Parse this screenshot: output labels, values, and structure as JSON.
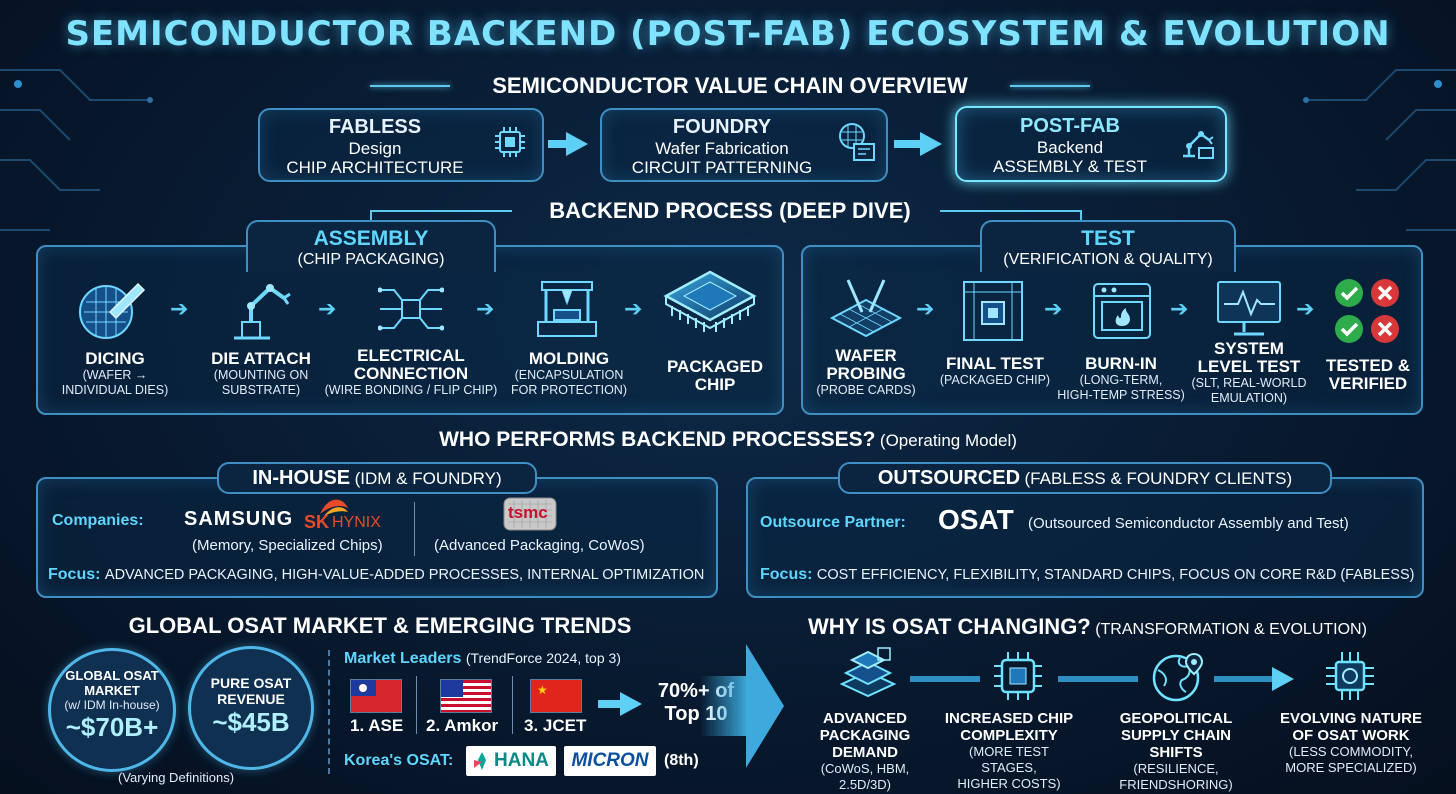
{
  "title": "SEMICONDUCTOR BACKEND (POST-FAB) ECOSYSTEM & EVOLUTION",
  "value_chain": {
    "heading": "SEMICONDUCTOR VALUE CHAIN OVERVIEW",
    "stages": [
      {
        "title": "FABLESS",
        "line1": "Design",
        "line2": "CHIP ARCHITECTURE",
        "icon": "chip-icon"
      },
      {
        "title": "FOUNDRY",
        "line1": "Wafer Fabrication",
        "line2": "CIRCUIT PATTERNING",
        "icon": "wafer-icon"
      },
      {
        "title": "POST-FAB",
        "line1": "Backend",
        "line2": "ASSEMBLY & TEST",
        "icon": "robot-arm-icon"
      }
    ]
  },
  "backend": {
    "heading": "BACKEND PROCESS (DEEP DIVE)",
    "assembly": {
      "title": "ASSEMBLY",
      "subtitle": "(CHIP PACKAGING)",
      "steps": [
        {
          "name": "DICING",
          "desc1": "(WAFER →",
          "desc2": "INDIVIDUAL DIES)",
          "icon": "saw-wafer-icon"
        },
        {
          "name": "DIE ATTACH",
          "desc1": "(MOUNTING ON",
          "desc2": "SUBSTRATE)",
          "icon": "robot-arm-icon"
        },
        {
          "name1": "ELECTRICAL",
          "name2": "CONNECTION",
          "desc1": "(WIRE BONDING / FLIP CHIP)",
          "icon": "wire-bond-icon"
        },
        {
          "name": "MOLDING",
          "desc1": "(ENCAPSULATION",
          "desc2": "FOR PROTECTION)",
          "icon": "mold-press-icon"
        },
        {
          "name1": "PACKAGED",
          "name2": "CHIP",
          "icon": "packaged-chip-icon"
        }
      ]
    },
    "test": {
      "title": "TEST",
      "subtitle": "(VERIFICATION & QUALITY)",
      "steps": [
        {
          "name1": "WAFER",
          "name2": "PROBING",
          "desc1": "(PROBE CARDS)",
          "icon": "probe-icon"
        },
        {
          "name": "FINAL TEST",
          "desc1": "(PACKAGED CHIP)",
          "icon": "test-socket-icon"
        },
        {
          "name": "BURN-IN",
          "desc1": "(LONG-TERM,",
          "desc2": "HIGH-TEMP STRESS)",
          "icon": "oven-icon"
        },
        {
          "name1": "SYSTEM",
          "name2": "LEVEL TEST",
          "desc1": "(SLT, REAL-WORLD",
          "desc2": "EMULATION)",
          "icon": "monitor-icon"
        },
        {
          "name1": "TESTED &",
          "name2": "VERIFIED",
          "icon": "check-cross-icon"
        }
      ]
    }
  },
  "operating": {
    "heading": "WHO PERFORMS BACKEND PROCESSES?",
    "heading_sub": "(Operating Model)",
    "inhouse": {
      "title": "IN-HOUSE",
      "title_sub": "(IDM & FOUNDRY)",
      "companies_label": "Companies:",
      "samsung": "SAMSUNG",
      "sk": "SK",
      "hynix": "HYNIX",
      "tsmc": "tsmc",
      "note_left": "(Memory, Specialized Chips)",
      "note_right": "(Advanced Packaging, CoWoS)",
      "focus_label": "Focus:",
      "focus": "ADVANCED PACKAGING, HIGH-VALUE-ADDED PROCESSES, INTERNAL OPTIMIZATION"
    },
    "outsourced": {
      "title": "OUTSOURCED",
      "title_sub": "(FABLESS & FOUNDRY CLIENTS)",
      "partner_label": "Outsource Partner:",
      "osat": "OSAT",
      "osat_full": "(Outsourced Semiconductor Assembly and Test)",
      "focus_label": "Focus:",
      "focus": "COST EFFICIENCY, FLEXIBILITY, STANDARD CHIPS, FOCUS ON CORE R&D (FABLESS)"
    }
  },
  "market": {
    "heading": "GLOBAL OSAT MARKET & EMERGING TRENDS",
    "circle1": {
      "l1": "GLOBAL OSAT",
      "l2": "MARKET",
      "l3": "(w/ IDM In-house)",
      "value": "~$70B+"
    },
    "circle2": {
      "l1": "PURE OSAT",
      "l2": "REVENUE",
      "value": "~$45B"
    },
    "note": "(Varying Definitions)",
    "leaders_label": "Market Leaders",
    "leaders_source": "(TrendForce 2024, top 3)",
    "leaders": [
      {
        "rank": "1. ASE",
        "flag": "taiwan-flag"
      },
      {
        "rank": "2. Amkor",
        "flag": "usa-flag"
      },
      {
        "rank": "3. JCET",
        "flag": "china-flag"
      }
    ],
    "share_line1": "70%+ of",
    "share_line2": "Top 10",
    "korea_label": "Korea's OSAT:",
    "hana": "HANA",
    "micron": "MICRON",
    "korea_rank": "(8th)"
  },
  "changing": {
    "heading": "WHY IS OSAT CHANGING?",
    "heading_sub": "(TRANSFORMATION & EVOLUTION)",
    "trends": [
      {
        "n1": "ADVANCED",
        "n2": "PACKAGING DEMAND",
        "d1": "(CoWoS, HBM,",
        "d2": "2.5D/3D)",
        "icon": "stacked-chip-icon"
      },
      {
        "n1": "INCREASED CHIP",
        "n2": "COMPLEXITY",
        "d1": "(MORE TEST STAGES,",
        "d2": "HIGHER COSTS)",
        "icon": "complex-chip-icon"
      },
      {
        "n1": "GEOPOLITICAL",
        "n2": "SUPPLY CHAIN SHIFTS",
        "d1": "(RESILIENCE,",
        "d2": "FRIENDSHORING)",
        "icon": "globe-icon"
      },
      {
        "n1": "EVOLVING NATURE",
        "n2": "OF OSAT WORK",
        "d1": "(LESS COMMODITY,",
        "d2": "MORE SPECIALIZED)",
        "icon": "ai-chip-icon"
      }
    ]
  }
}
